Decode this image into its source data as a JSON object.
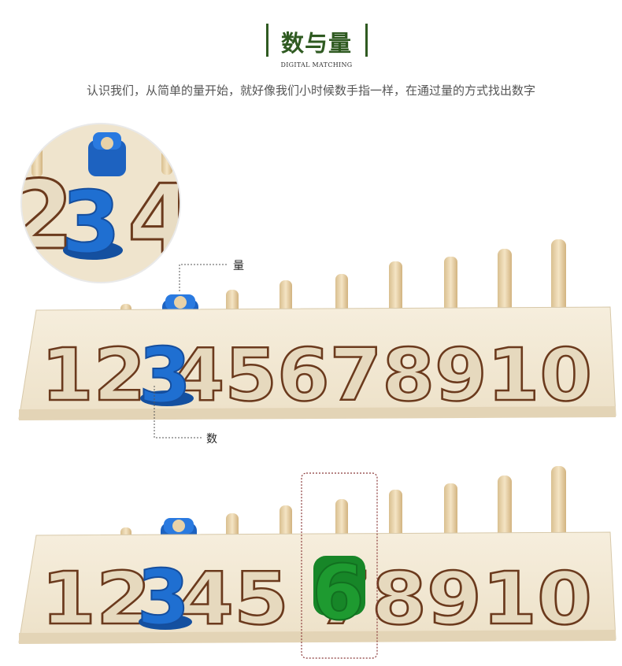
{
  "header": {
    "title": "数与量",
    "subtitle": "DIGITAL MATCHING",
    "tagline": "认识我们，从简单的量开始，就好像我们小时候数手指一样，在通过量的方式找出数字"
  },
  "callouts": {
    "quantity_label": "量",
    "number_label": "数"
  },
  "colors": {
    "title_green": "#2f5a21",
    "wood": "#f1e6d0",
    "blue_piece": "#1f6fd1",
    "green_piece": "#1e9a30",
    "peg": "#e8d2a8"
  }
}
